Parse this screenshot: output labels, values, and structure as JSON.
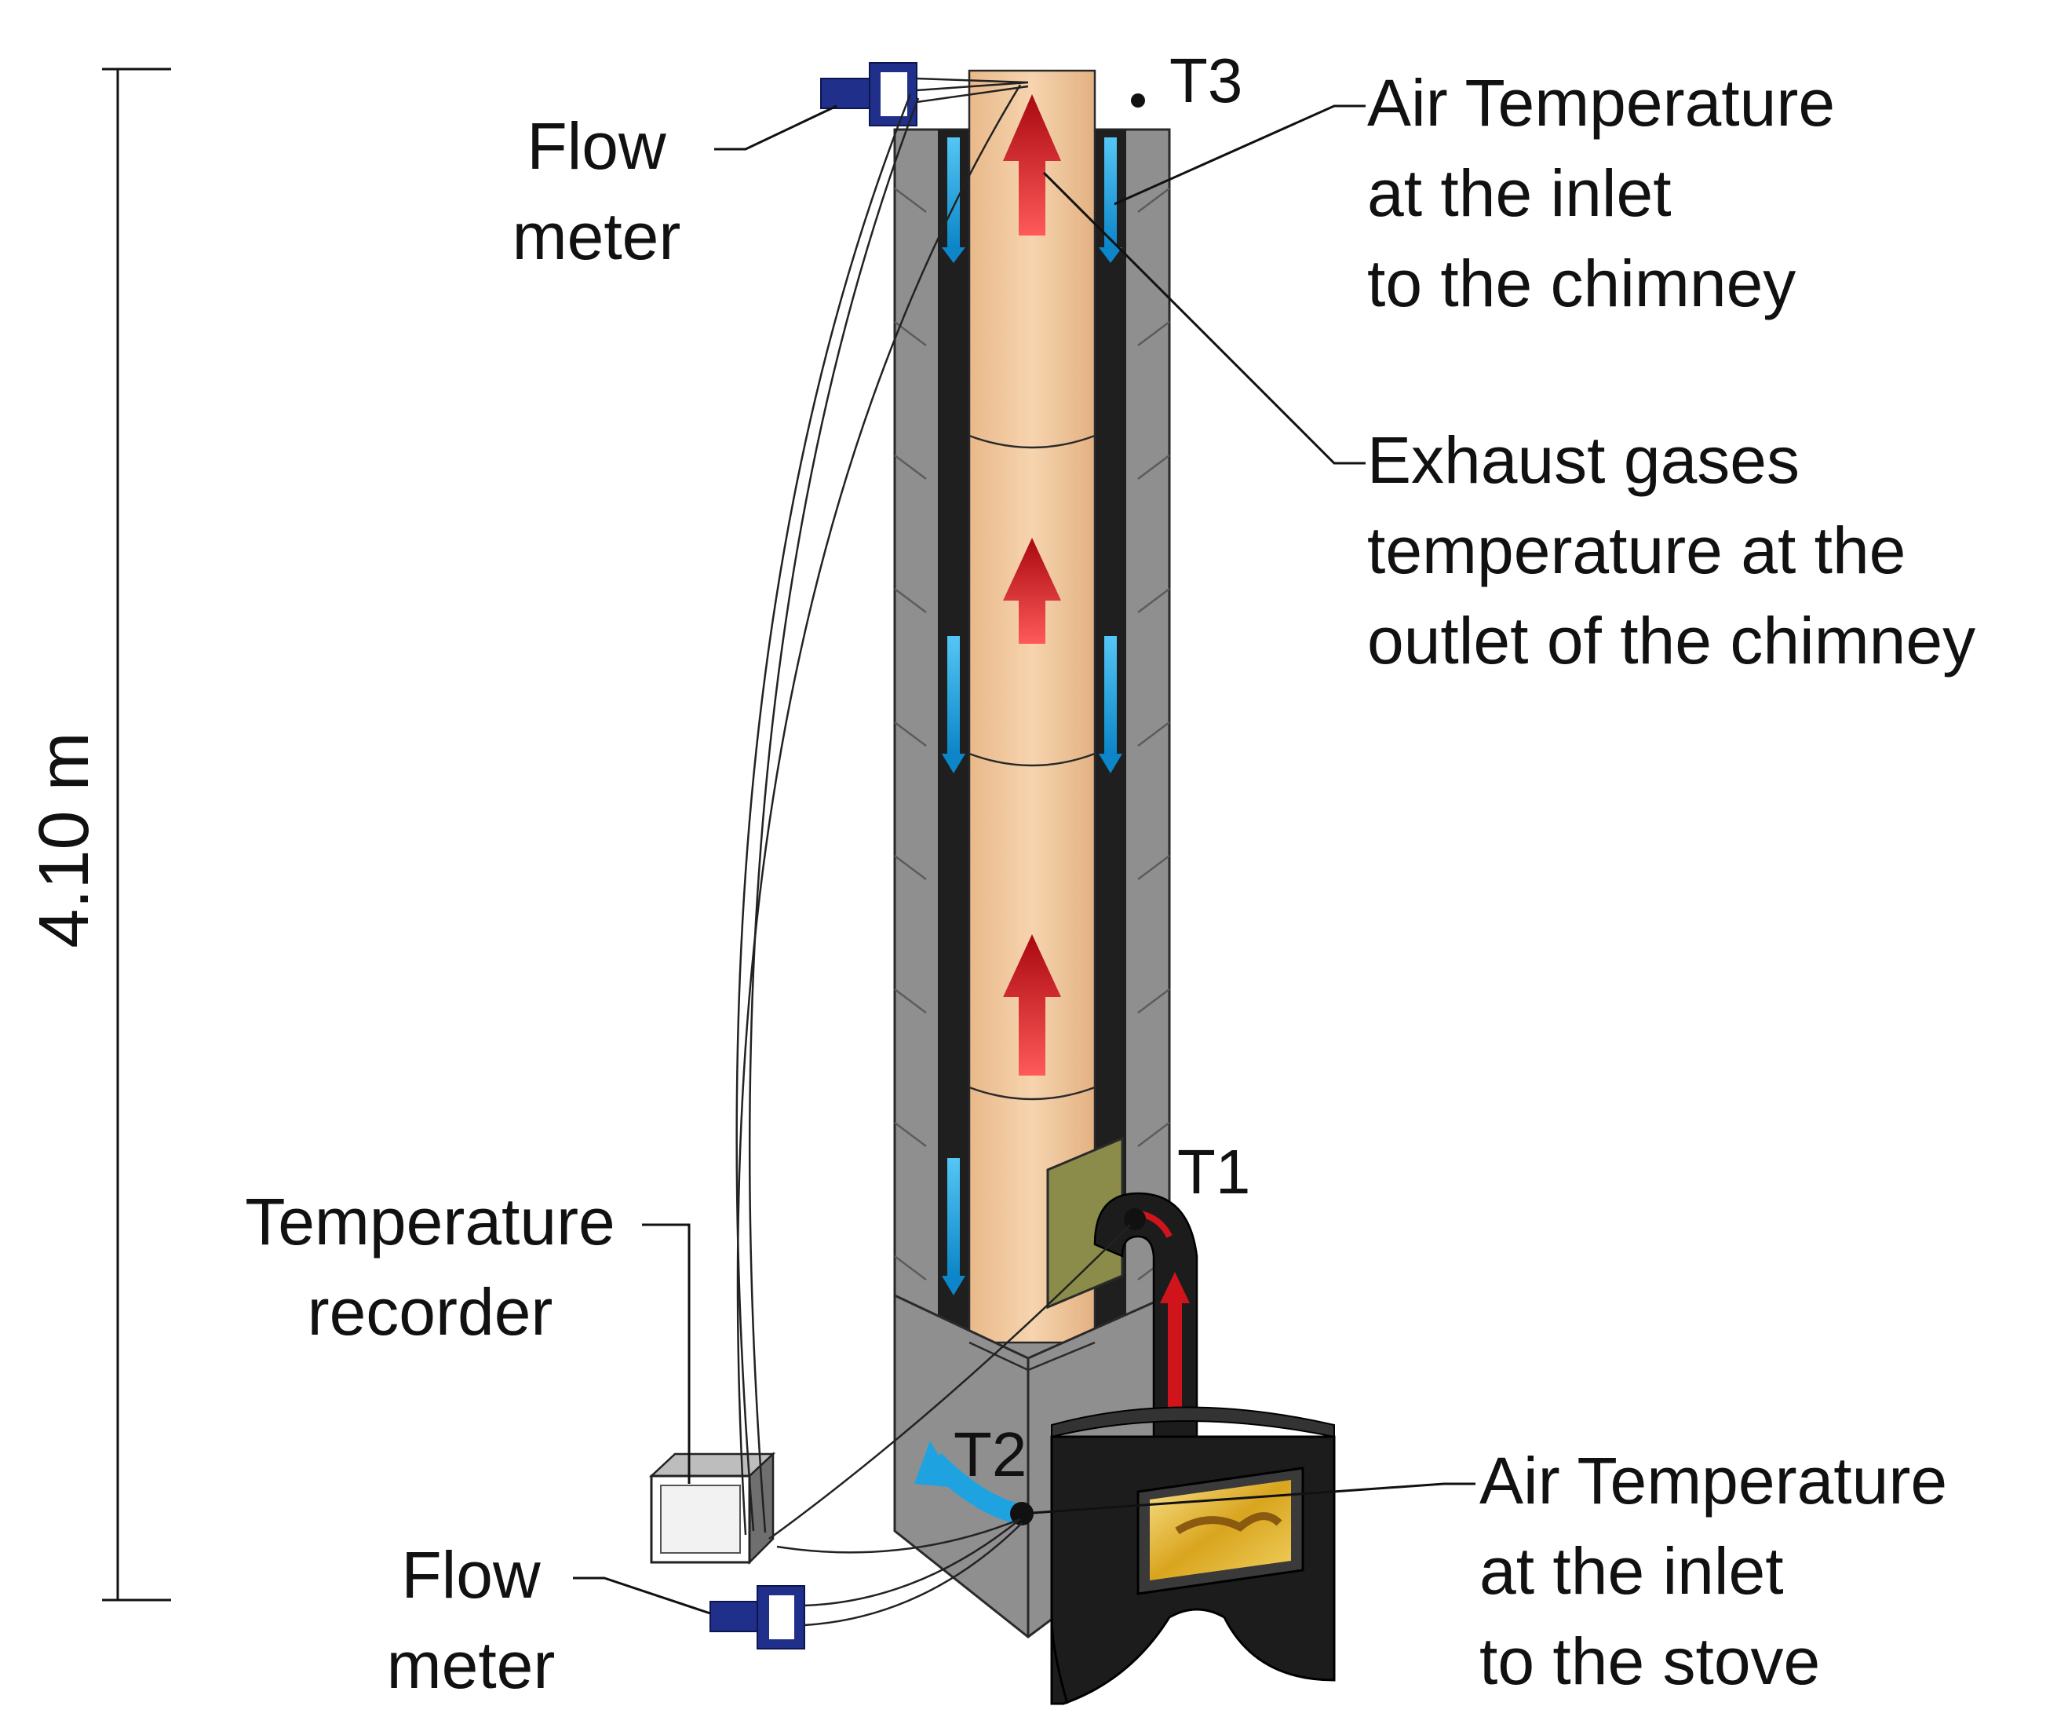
{
  "figure": {
    "height_label": "4.10 m",
    "sensors": {
      "t1": "T1",
      "t2": "T2",
      "t3": "T3"
    },
    "labels": {
      "flow_meter_top": [
        "Flow",
        "meter"
      ],
      "flow_meter_bottom": [
        "Flow",
        "meter"
      ],
      "temperature_recorder": [
        "Temperature",
        "recorder"
      ],
      "air_temp_chimney": [
        "Air Temperature",
        "at the inlet",
        "to the chimney"
      ],
      "exhaust_gases": [
        "Exhaust gases",
        "temperature at the",
        "outlet of the chimney"
      ],
      "air_temp_stove": [
        "Air Temperature",
        "at the inlet",
        "to the stove"
      ]
    },
    "colors": {
      "chimney_flue": "#f2c89a",
      "chimney_block": "#8f8f8f",
      "cold_air_flow": "#1fa3e0",
      "hot_gas_flow": "#d0141c",
      "flow_meter_body": "#1f2f8a",
      "stove_body": "#1c1c1c",
      "fire": "#e8c13a",
      "wall_plate": "#8c8c4a"
    }
  }
}
